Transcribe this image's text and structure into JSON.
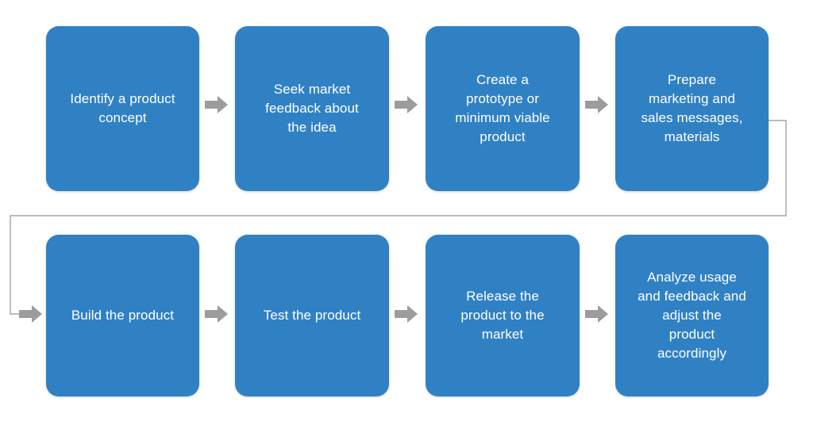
{
  "diagram": {
    "title": "Product development process flowchart",
    "node_fill_color": "#3081C4",
    "node_text_color": "#FFFFFF",
    "arrow_color": "#9C9C9C",
    "connector_color": "#A6A6A6",
    "background_color": "#FFFFFF"
  },
  "nodes": [
    {
      "id": "step-1",
      "label": "Identify a product\nconcept"
    },
    {
      "id": "step-2",
      "label": "Seek market\nfeedback about\nthe idea"
    },
    {
      "id": "step-3",
      "label": "Create a\nprototype or\nminimum viable\nproduct"
    },
    {
      "id": "step-4",
      "label": "Prepare\nmarketing and\nsales messages,\nmaterials"
    },
    {
      "id": "step-5",
      "label": "Build the product"
    },
    {
      "id": "step-6",
      "label": "Test the product"
    },
    {
      "id": "step-7",
      "label": "Release the\nproduct to the\nmarket"
    },
    {
      "id": "step-8",
      "label": "Analyze usage\nand feedback and\nadjust the\nproduct\naccordingly"
    }
  ],
  "connectors": [
    {
      "id": "arrow-1-to-2",
      "from": "step-1",
      "to": "step-2",
      "kind": "block-arrow-right"
    },
    {
      "id": "arrow-2-to-3",
      "from": "step-2",
      "to": "step-3",
      "kind": "block-arrow-right"
    },
    {
      "id": "arrow-3-to-4",
      "from": "step-3",
      "to": "step-4",
      "kind": "block-arrow-right"
    },
    {
      "id": "wrap-4-to-5",
      "from": "step-4",
      "to": "step-5",
      "kind": "elbow-line"
    },
    {
      "id": "arrow-into-5",
      "from": "wrap-4-to-5",
      "to": "step-5",
      "kind": "block-arrow-right"
    },
    {
      "id": "arrow-5-to-6",
      "from": "step-5",
      "to": "step-6",
      "kind": "block-arrow-right"
    },
    {
      "id": "arrow-6-to-7",
      "from": "step-6",
      "to": "step-7",
      "kind": "block-arrow-right"
    },
    {
      "id": "arrow-7-to-8",
      "from": "step-7",
      "to": "step-8",
      "kind": "block-arrow-right"
    }
  ]
}
